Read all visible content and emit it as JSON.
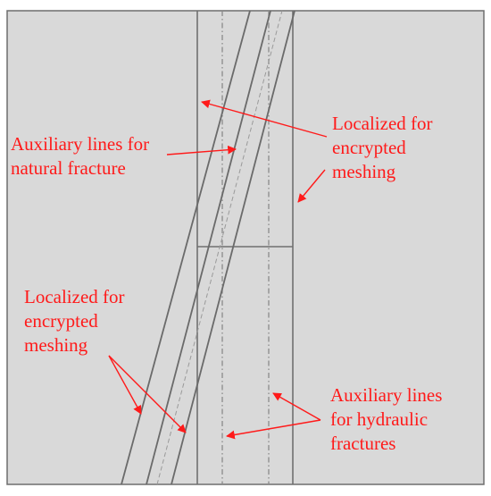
{
  "labels": {
    "natural_fracture_aux": "Auxiliary lines for\nnatural fracture",
    "encrypted_meshing_upper": "Localized for\nencrypted\nmeshing",
    "encrypted_meshing_lower": "Localized for\nencrypted\nmeshing",
    "hydraulic_fracture_aux": "Auxiliary lines\nfor hydraulic\nfractures"
  },
  "colors": {
    "background": "#d9d9d9",
    "outer_border": "#6e6e6e",
    "lines": "#707070",
    "dashed_lines": "#8a8a8a",
    "annotation": "#ff1a1a"
  }
}
